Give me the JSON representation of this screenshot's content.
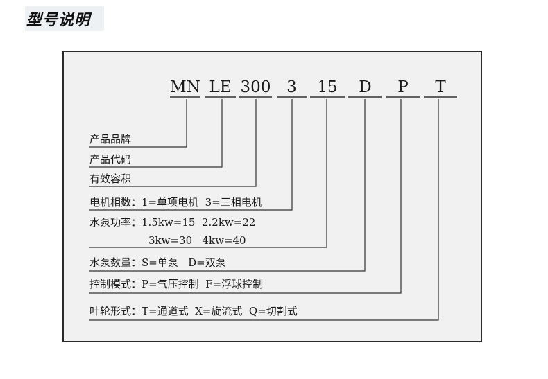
{
  "title": "型号说明",
  "code_segments": [
    "MN",
    "LE",
    "300",
    "3",
    "15",
    "D",
    "P",
    "T"
  ],
  "descriptions": [
    "产品品牌",
    "产品代码",
    "有效容积",
    "电机相数：1=单项电机  3=三相电机",
    "水泵功率：1.5kw=15  2.2kw=22",
    "3kw=30   4kw=40",
    "水泵数量：S=单泵   D=双泵",
    "控制模式：P=气压控制  F=浮球控制",
    "叶轮形式：T=通道式  X=旋流式  Q=切割式"
  ],
  "colors": {
    "frame_background": "#f1f1f1",
    "frame_border": "#2a2a2a",
    "title_background": "#eef1f4",
    "line": "#333333"
  }
}
